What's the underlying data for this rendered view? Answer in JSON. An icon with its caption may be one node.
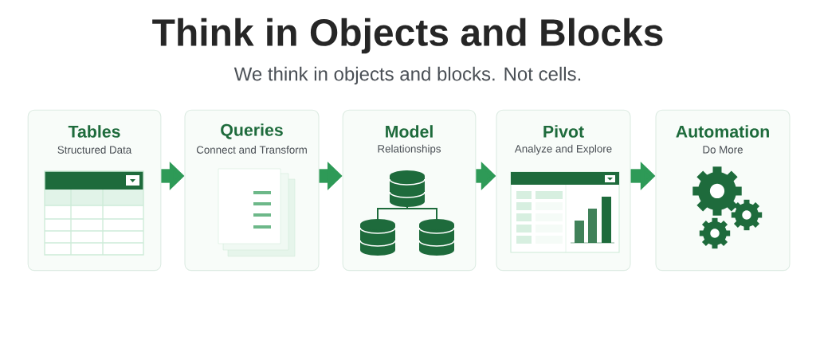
{
  "diagram": {
    "title": "Think in Objects and Blocks",
    "caption": "We think in objects and blocks. Not cells.",
    "nodes": [
      {
        "text": [
          "Tables",
          "Structured Data"
        ]
      },
      {
        "text": [
          "Queries",
          "Connect and Transform"
        ]
      },
      {
        "text": [
          "Model",
          "Relationships"
        ]
      },
      {
        "text": [
          "Pivot",
          "Analyze and Explore"
        ]
      },
      {
        "text": [
          "Automation",
          "Do More"
        ]
      }
    ],
    "edges": [
      {
        "from": 0,
        "to": 1,
        "arrow": "to"
      },
      {
        "from": 1,
        "to": 2,
        "arrow": "to"
      },
      {
        "from": 2,
        "to": 3,
        "arrow": "to"
      },
      {
        "from": 3,
        "to": 4,
        "arrow": "to"
      }
    ]
  }
}
